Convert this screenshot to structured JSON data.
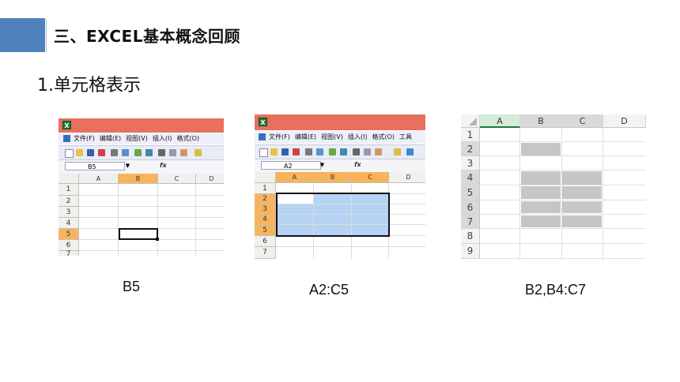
{
  "slide": {
    "title": "三、EXCEL基本概念回顾",
    "heading": "1.单元格表示"
  },
  "colors": {
    "accent": "#4f81bd",
    "titlebar": "#e8705e",
    "selection": "#b5d3f5",
    "modern_selection": "#c6c6c6"
  },
  "excel2003_shot1": {
    "menu": [
      "文件(F)",
      "编辑(E)",
      "视图(V)",
      "插入(I)",
      "格式(O)"
    ],
    "name_box": "B5",
    "fx": "fx",
    "columns": [
      "A",
      "B",
      "C",
      "D"
    ],
    "rows": [
      "1",
      "2",
      "3",
      "4",
      "5",
      "6",
      "7"
    ],
    "active_cell": "B5",
    "caption": "B5"
  },
  "excel2003_shot2": {
    "menu": [
      "文件(F)",
      "编辑(E)",
      "视图(V)",
      "插入(I)",
      "格式(O)",
      "工具"
    ],
    "name_box": "A2",
    "fx": "fx",
    "columns": [
      "A",
      "B",
      "C",
      "D"
    ],
    "rows": [
      "1",
      "2",
      "3",
      "4",
      "5",
      "6",
      "7"
    ],
    "selected_range": "A2:C5",
    "caption": "A2:C5"
  },
  "excel_modern_shot": {
    "columns": [
      "A",
      "B",
      "C",
      "D"
    ],
    "rows": [
      "1",
      "2",
      "3",
      "4",
      "5",
      "6",
      "7",
      "8",
      "9"
    ],
    "selected_ranges": [
      "B2",
      "B4:C7"
    ],
    "caption": "B2,B4:C7"
  }
}
